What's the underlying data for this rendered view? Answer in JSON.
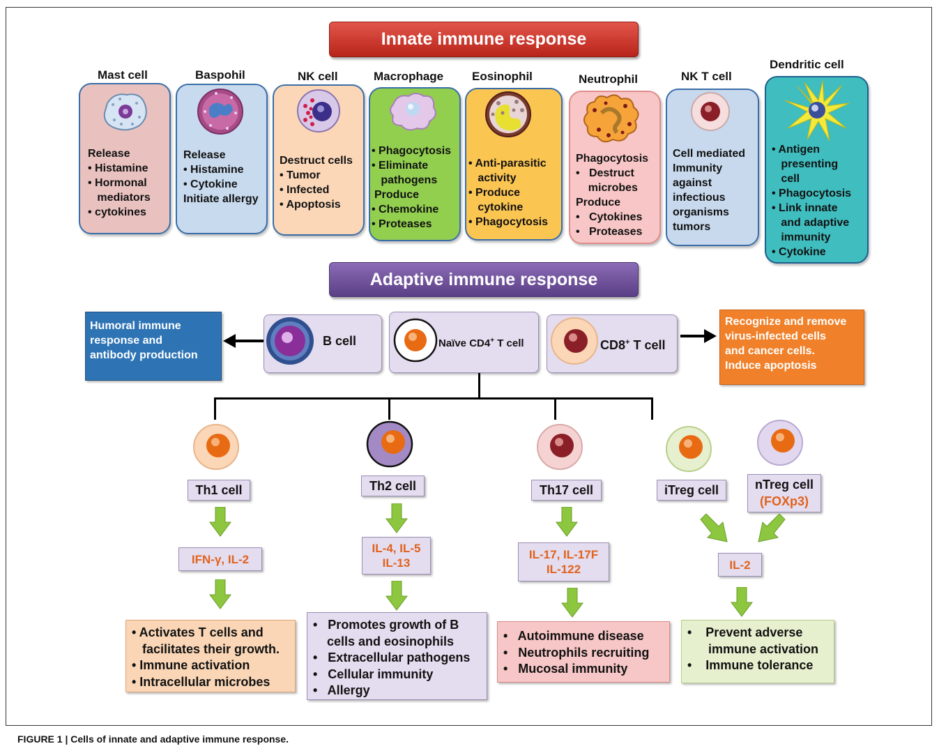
{
  "innate": {
    "title": "Innate immune response",
    "cells": [
      {
        "name": "Mast cell",
        "lines": [
          "Release",
          "• Histamine",
          "• Hormonal",
          "   mediators",
          "• cytokines"
        ]
      },
      {
        "name": "Baspohil",
        "lines": [
          "Release",
          "• Histamine",
          "• Cytokine",
          "Initiate allergy"
        ]
      },
      {
        "name": "NK cell",
        "lines": [
          "Destruct cells",
          "• Tumor",
          "• Infected",
          "• Apoptosis"
        ]
      },
      {
        "name": "Macrophage",
        "lines": [
          "• Phagocytosis",
          "• Eliminate",
          "   pathogens",
          "Produce",
          "• Chemokine",
          "• Proteases"
        ]
      },
      {
        "name": "Eosinophil",
        "lines": [
          "• Anti-parasitic",
          "   activity",
          "• Produce",
          "   cytokine",
          "• Phagocytosis"
        ]
      },
      {
        "name": "Neutrophil",
        "lines": [
          "Phagocytosis",
          "•   Destruct",
          "    microbes",
          "Produce",
          "•   Cytokines",
          "•   Proteases"
        ]
      },
      {
        "name": "NK T cell",
        "lines": [
          "Cell mediated",
          "Immunity",
          "against",
          "infectious",
          "organisms",
          "tumors"
        ]
      },
      {
        "name": "Dendritic cell",
        "lines": [
          "• Antigen",
          "   presenting",
          "   cell",
          "• Phagocytosis",
          "• Link innate",
          "   and adaptive",
          "   immunity",
          "• Cytokine"
        ]
      }
    ]
  },
  "adaptive": {
    "title": "Adaptive immune response",
    "humoral": [
      "Humoral immune",
      "response  and",
      "antibody production"
    ],
    "b_cell": "B cell",
    "naive": {
      "main": "Naïve CD4",
      "sup": "+",
      "rest": " T cell"
    },
    "cd8": {
      "main": "CD8",
      "sup": "+",
      "rest": " T cell"
    },
    "cd8_function": [
      "Recognize and remove",
      "virus-infected cells",
      "and cancer cells.",
      "Induce apoptosis"
    ],
    "subsets": [
      {
        "name": "Th1 cell",
        "cytokines": [
          "IFN-γ, IL-2"
        ],
        "outcomes": [
          "• Activates T cells and",
          "   facilitates their growth.",
          "• Immune activation",
          "• Intracellular microbes"
        ]
      },
      {
        "name": "Th2 cell",
        "cytokines": [
          "IL-4, IL-5",
          "IL-13"
        ],
        "outcomes": [
          "•   Promotes growth of B",
          "    cells and eosinophils",
          "•   Extracellular pathogens",
          "•   Cellular immunity",
          "•   Allergy"
        ]
      },
      {
        "name": "Th17 cell",
        "cytokines": [
          "IL-17, IL-17F",
          "IL-122"
        ],
        "outcomes": [
          "•   Autoimmune disease",
          "•   Neutrophils recruiting",
          "•   Mucosal immunity"
        ]
      },
      {
        "name": "iTreg cell"
      },
      {
        "name": "nTreg cell",
        "marker": "(FOXp3)"
      }
    ],
    "treg_cytokine": "IL-2",
    "treg_outcomes": [
      "•    Prevent adverse",
      "      immune activation",
      "•    Immune tolerance"
    ]
  },
  "caption": "FIGURE 1 | Cells of innate and adaptive immune response.",
  "colors": {
    "mast": "#e9c2c0",
    "basophil": "#c8daee",
    "nk": "#fbd7b8",
    "macrophage": "#92cf4f",
    "eosinophil": "#fbc552",
    "neutrophil": "#f8c6c6",
    "nkt": "#c8d9ee",
    "dendritic": "#3fbdbf",
    "humoral": "#2e74b5",
    "cd8fn": "#f0812a",
    "th1_out": "#fad6b6",
    "th2_out": "#e4dcef",
    "th17_out": "#f7c6c6",
    "treg_out": "#e6f0cf",
    "cytokine_text": "#e0621c"
  }
}
